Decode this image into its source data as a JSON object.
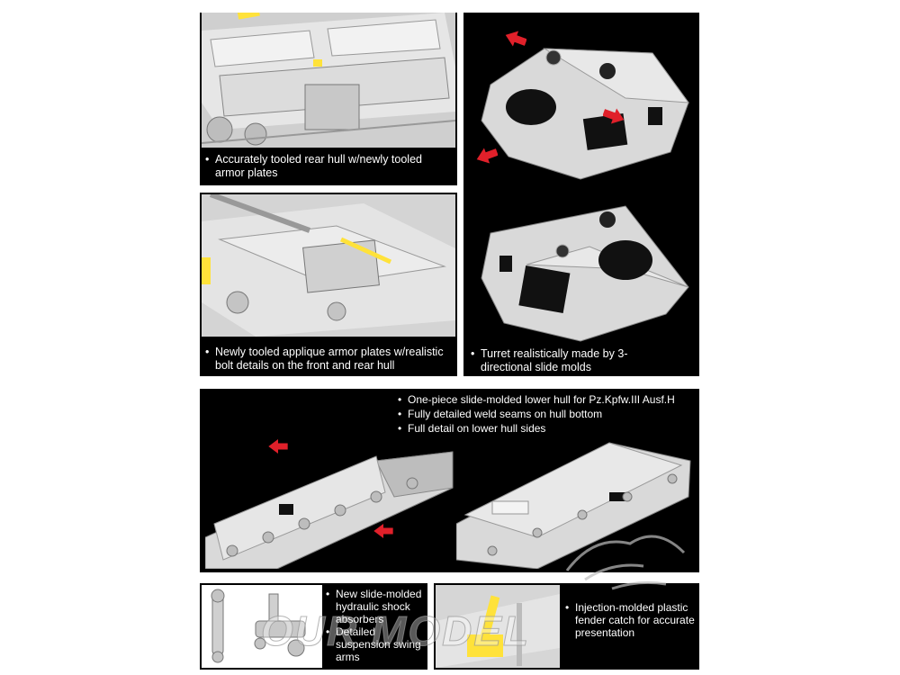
{
  "panels": {
    "rear_hull": {
      "caption": [
        "Accurately tooled rear hull w/newly tooled armor plates"
      ]
    },
    "applique": {
      "caption": [
        "Newly tooled applique armor plates w/realistic bolt details on the front and rear hull"
      ]
    },
    "turret": {
      "caption": [
        "Turret realistically made by 3-directional slide molds"
      ]
    },
    "lower_hull": {
      "bullets": [
        "One-piece slide-molded lower hull for Pz.Kpfw.III Ausf.H",
        "Fully detailed weld seams on hull bottom",
        "Full detail on lower hull sides"
      ]
    },
    "shock": {
      "caption": [
        "New slide-molded hydraulic shock absorbers",
        "Detailed suspension swing arms"
      ]
    },
    "fender": {
      "caption": [
        "Injection-molded plastic fender catch for accurate presentation"
      ]
    }
  },
  "colors": {
    "panel_bg": "#000000",
    "part_gray": "#d9d9d9",
    "arrow_red": "#e0202a",
    "highlight_yellow": "#ffe23a"
  },
  "watermark": {
    "text": "OUR MODEL"
  }
}
